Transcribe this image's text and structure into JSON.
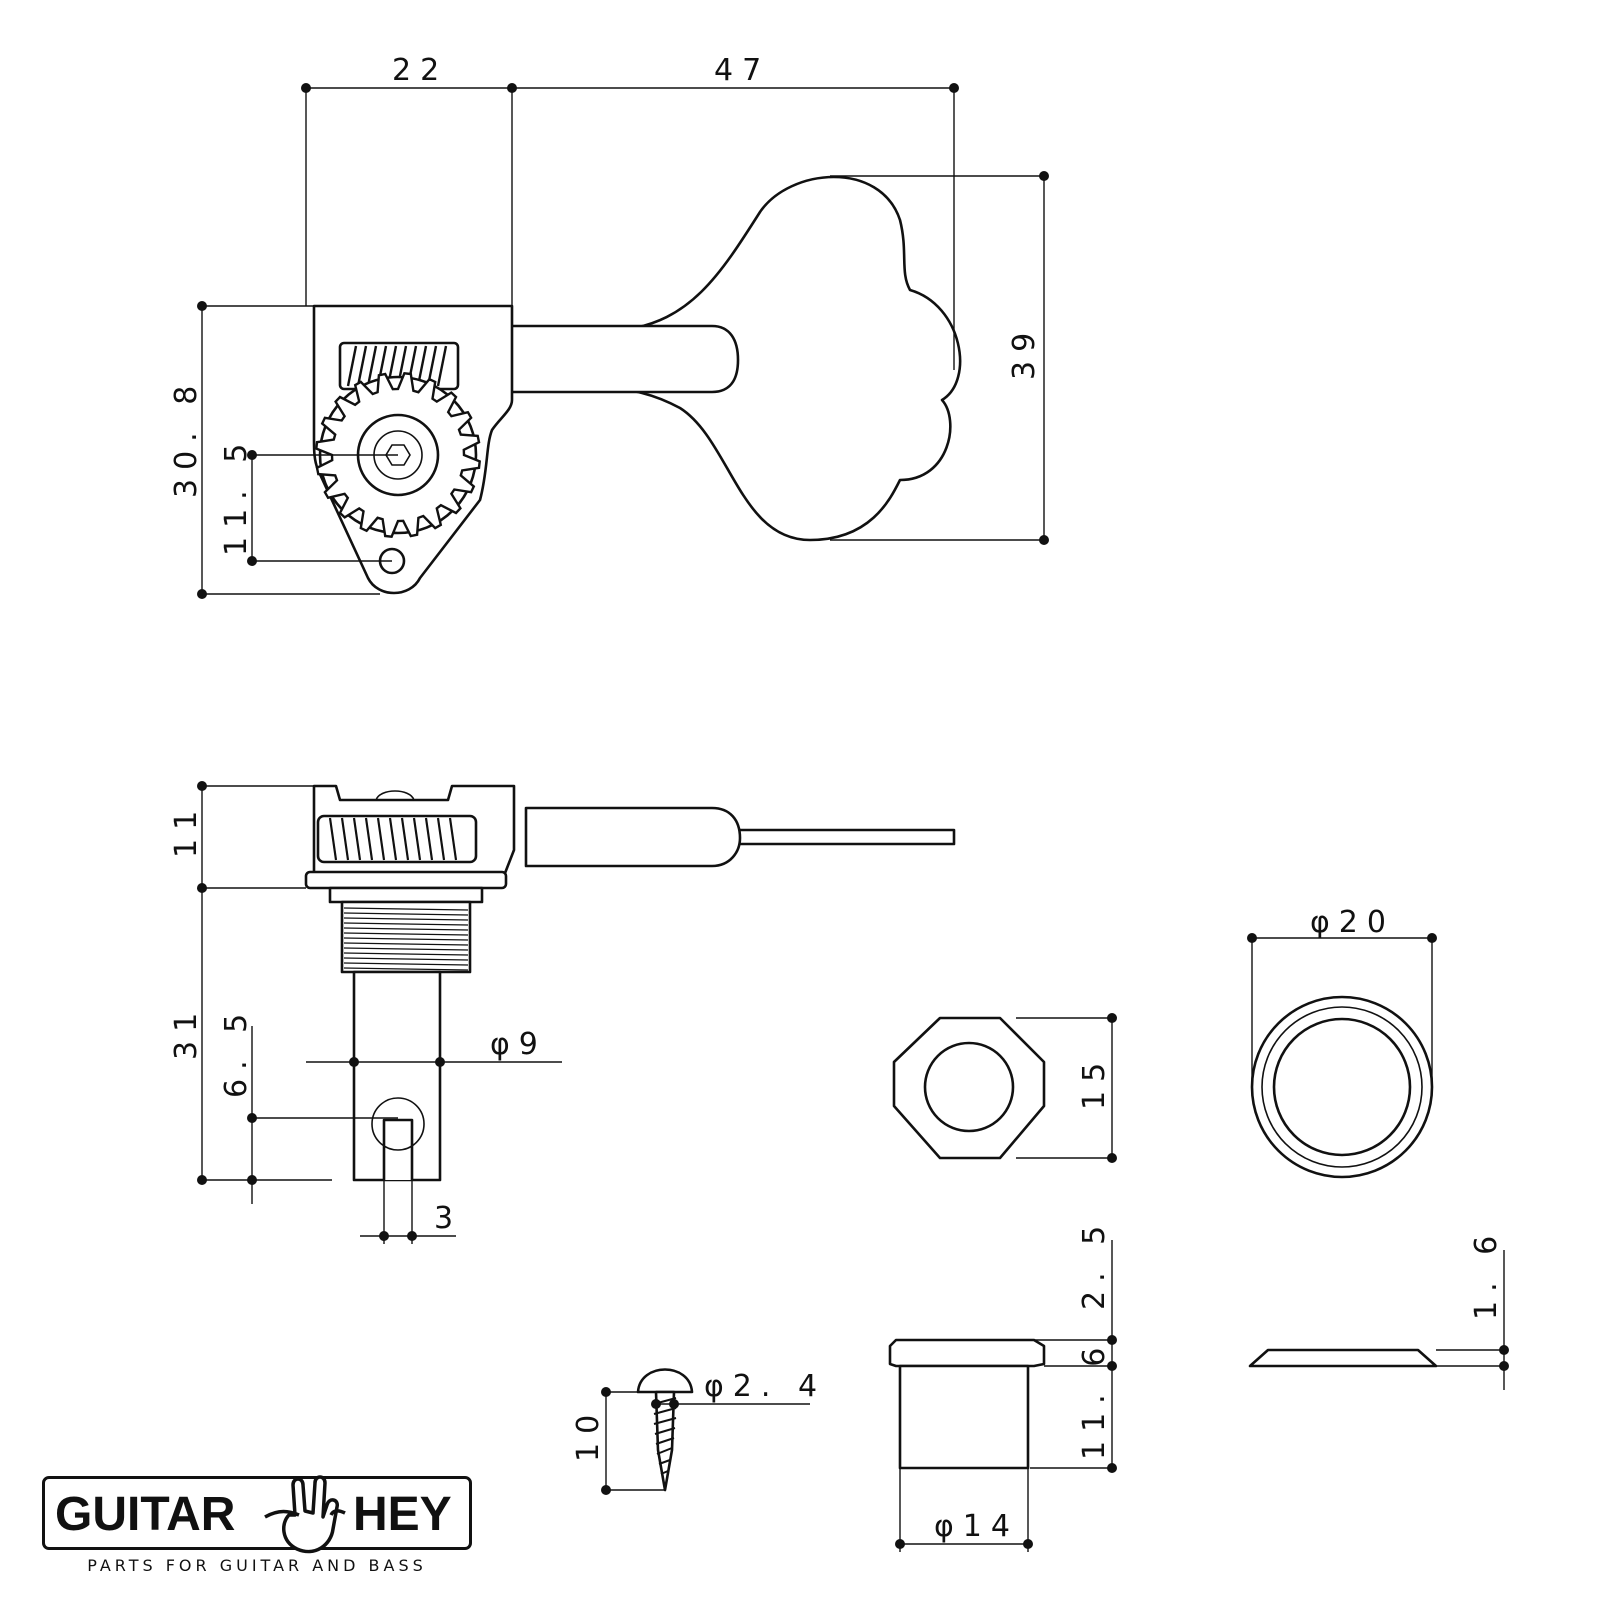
{
  "top_view": {
    "width_post_to_housing": "22",
    "width_key": "47",
    "height_key": "39",
    "height_housing": "30. 8",
    "post_to_screw_hole": "11. 5"
  },
  "side_view": {
    "housing_height": "11",
    "post_length": "31",
    "post_diameter": "φ9",
    "slot_depth": "6. 5",
    "slot_width": "3"
  },
  "hex_nut": {
    "width": "15"
  },
  "washer": {
    "diameter": "φ20",
    "thickness": "1. 6"
  },
  "bushing": {
    "flange_height": "2. 5",
    "body_height": "11. 6",
    "diameter": "φ14"
  },
  "screw": {
    "length": "10",
    "diameter": "φ2. 4"
  },
  "logo": {
    "word_left": "GUITAR",
    "word_right": "HEY",
    "tagline": "PARTS FOR GUITAR AND BASS"
  }
}
